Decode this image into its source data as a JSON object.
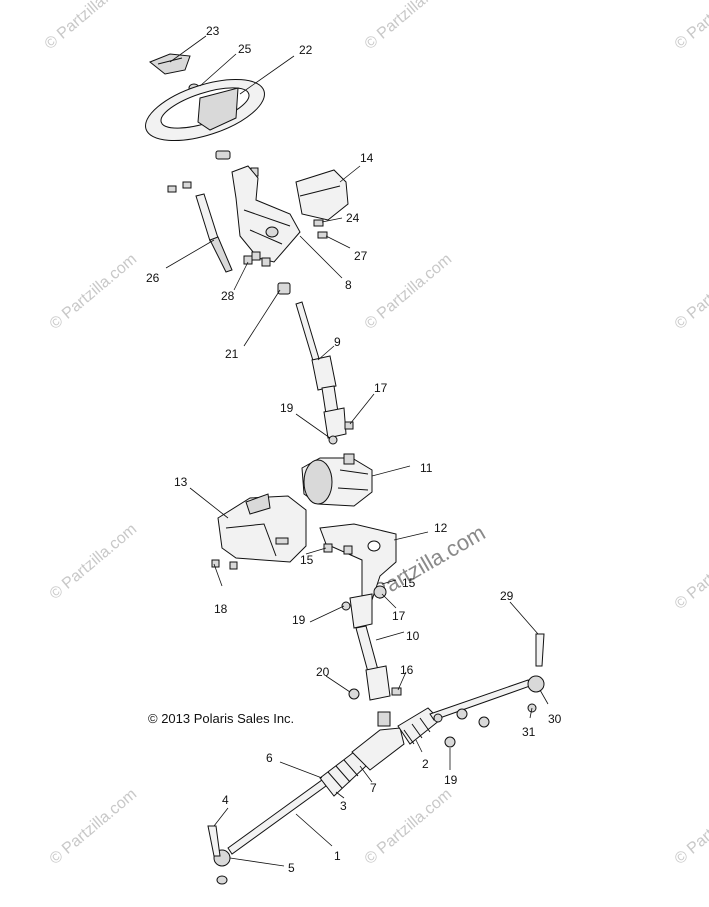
{
  "copyright": "© 2013 Polaris Sales Inc.",
  "watermark": "© Partzilla.com",
  "brand_watermark": "Partzilla.com",
  "callouts": {
    "c1": "1",
    "c2": "2",
    "c3": "3",
    "c4": "4",
    "c5": "5",
    "c6": "6",
    "c7": "7",
    "c8": "8",
    "c9": "9",
    "c10": "10",
    "c11": "11",
    "c12": "12",
    "c13": "13",
    "c14": "14",
    "c15a": "15",
    "c15b": "15",
    "c16": "16",
    "c17a": "17",
    "c17b": "17",
    "c18": "18",
    "c19a": "19",
    "c19b": "19",
    "c19c": "19",
    "c20": "20",
    "c21": "21",
    "c22": "22",
    "c23": "23",
    "c24": "24",
    "c25": "25",
    "c26": "26",
    "c27": "27",
    "c28": "28",
    "c29": "29",
    "c30": "30",
    "c31": "31"
  }
}
